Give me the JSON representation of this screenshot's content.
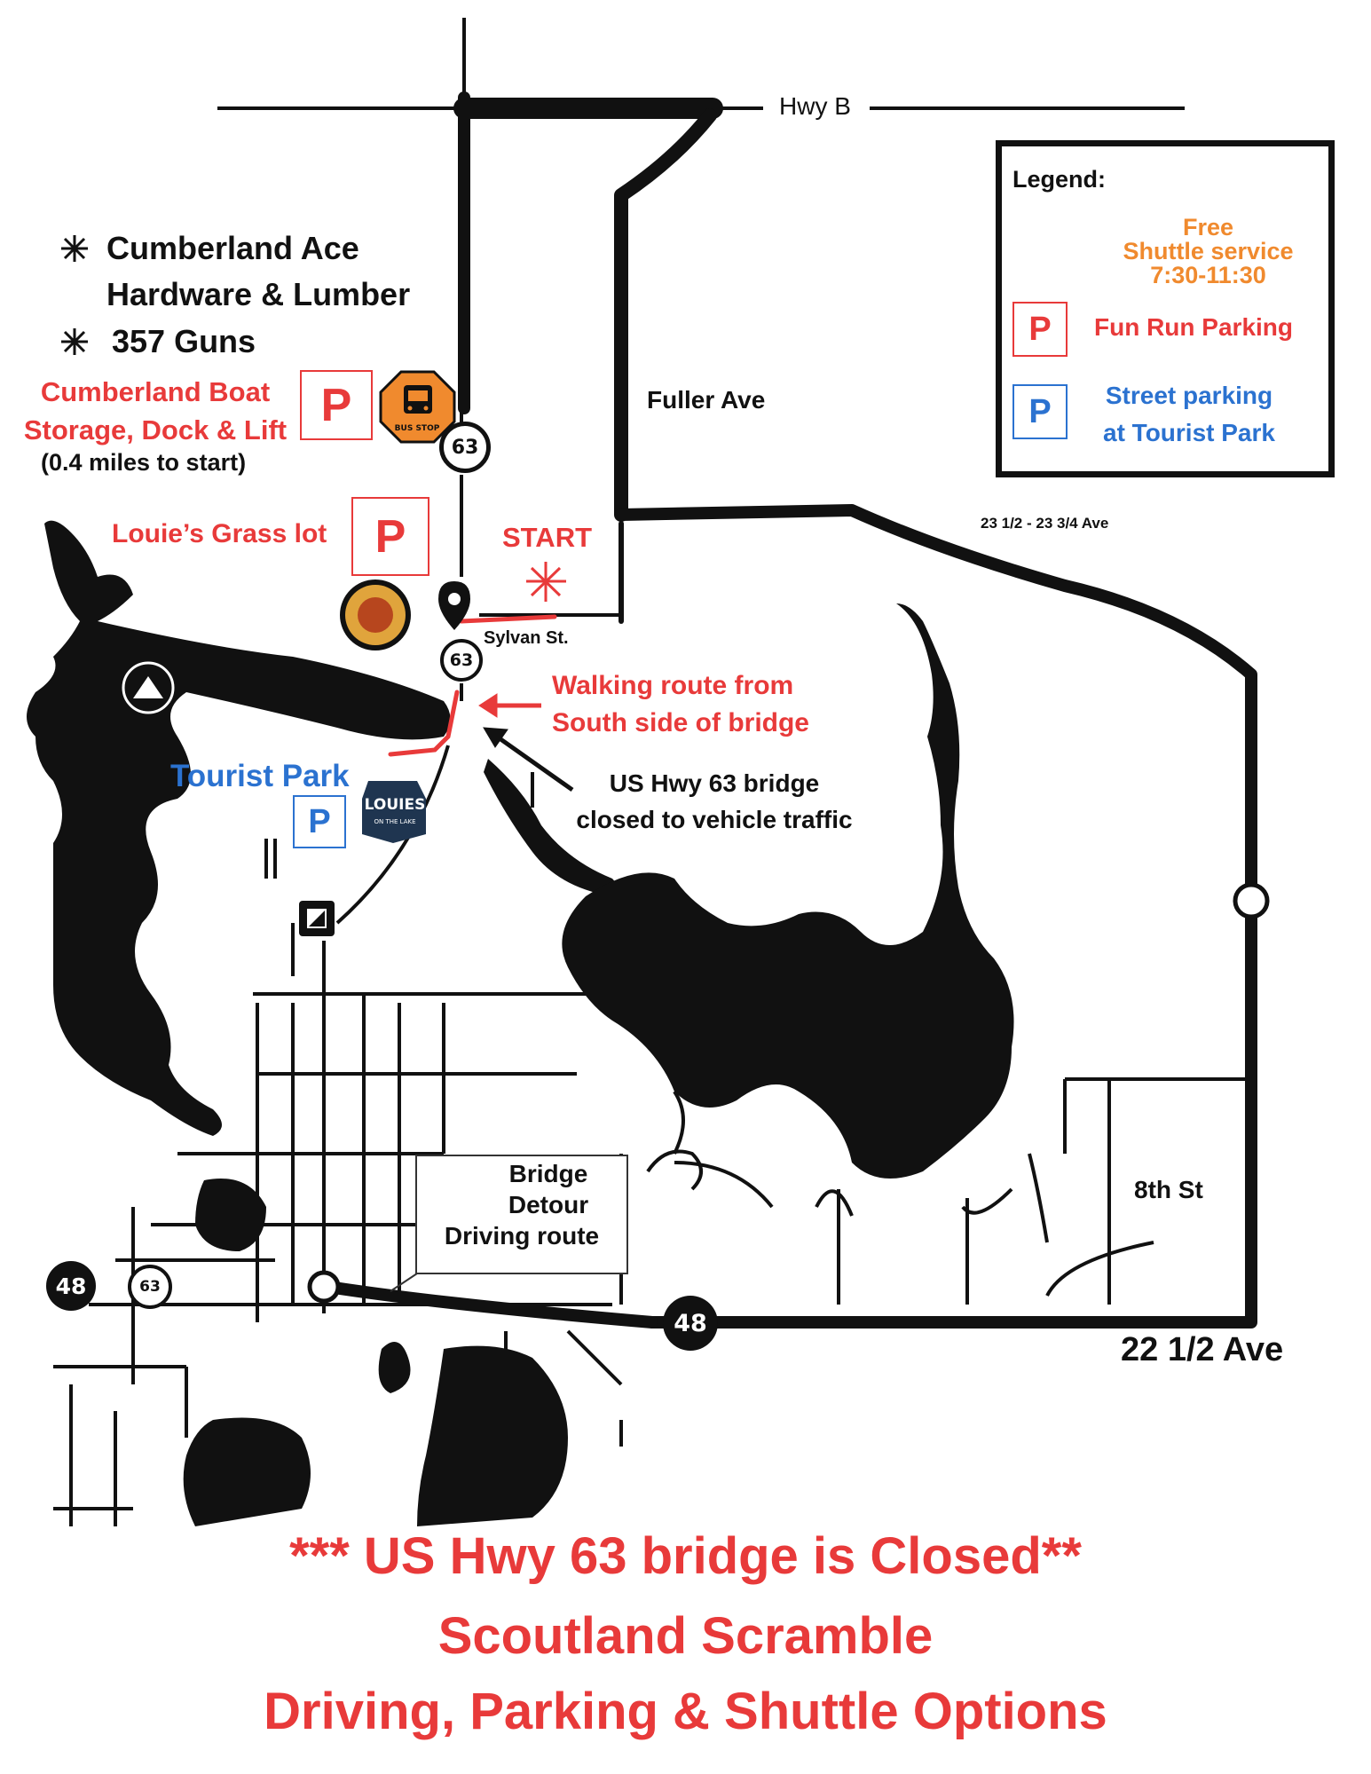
{
  "map": {
    "roads": {
      "hwy_b": "Hwy B",
      "fuller_ave": "Fuller Ave",
      "sylvan_st": "Sylvan St.",
      "ave_23": "23 1/2 - 23 3/4 Ave",
      "eighth_st": "8th St",
      "ave_22": "22 1/2 Ave"
    },
    "shields": {
      "hwy63_north": "63",
      "hwy63_mid": "63",
      "hwy48_west": "48",
      "hwy63_west": "63",
      "hwy48_east": "48"
    },
    "places": {
      "ace_line1": "Cumberland Ace",
      "ace_line2": "Hardware & Lumber",
      "guns": "357 Guns",
      "boat_line1": "Cumberland Boat",
      "boat_line2": "Storage, Dock & Lift",
      "boat_distance": "(0.4 miles to start)",
      "louies_grass": "Louie’s Grass lot",
      "start": "START",
      "tourist_park": "Tourist Park",
      "louies_logo": "LOUIES",
      "louies_logo_sub": "ON THE LAKE"
    },
    "annotations": {
      "walking_line1": "Walking route from",
      "walking_line2": "South side of bridge",
      "bridge_line1": "US Hwy 63 bridge",
      "bridge_line2": "closed to vehicle traffic"
    },
    "detour": {
      "line1": "Bridge",
      "line2": "Detour",
      "line3": "Driving route"
    },
    "parking_letter": "P",
    "bus_stop_text": "BUS STOP",
    "icons": [
      "bus-stop-icon",
      "parking-sign",
      "location-pin-icon",
      "start-star-icon",
      "campground-icon",
      "car-icon",
      "boat-launch-icon",
      "asterisk-bullet-icon"
    ]
  },
  "legend": {
    "title": "Legend:",
    "shuttle_line1": "Free",
    "shuttle_line2": "Shuttle service",
    "shuttle_line3": "7:30-11:30",
    "fun_run": "Fun Run Parking",
    "street_line1": "Street parking",
    "street_line2": "at Tourist Park"
  },
  "footer": {
    "line1": "*** US Hwy 63 bridge is Closed**",
    "line2": "Scoutland Scramble",
    "line3": "Driving, Parking & Shuttle Options"
  },
  "colors": {
    "red": "#e83a3a",
    "blue": "#2b72d0",
    "orange": "#f08a2e",
    "road": "#111111",
    "lake": "#111111"
  }
}
